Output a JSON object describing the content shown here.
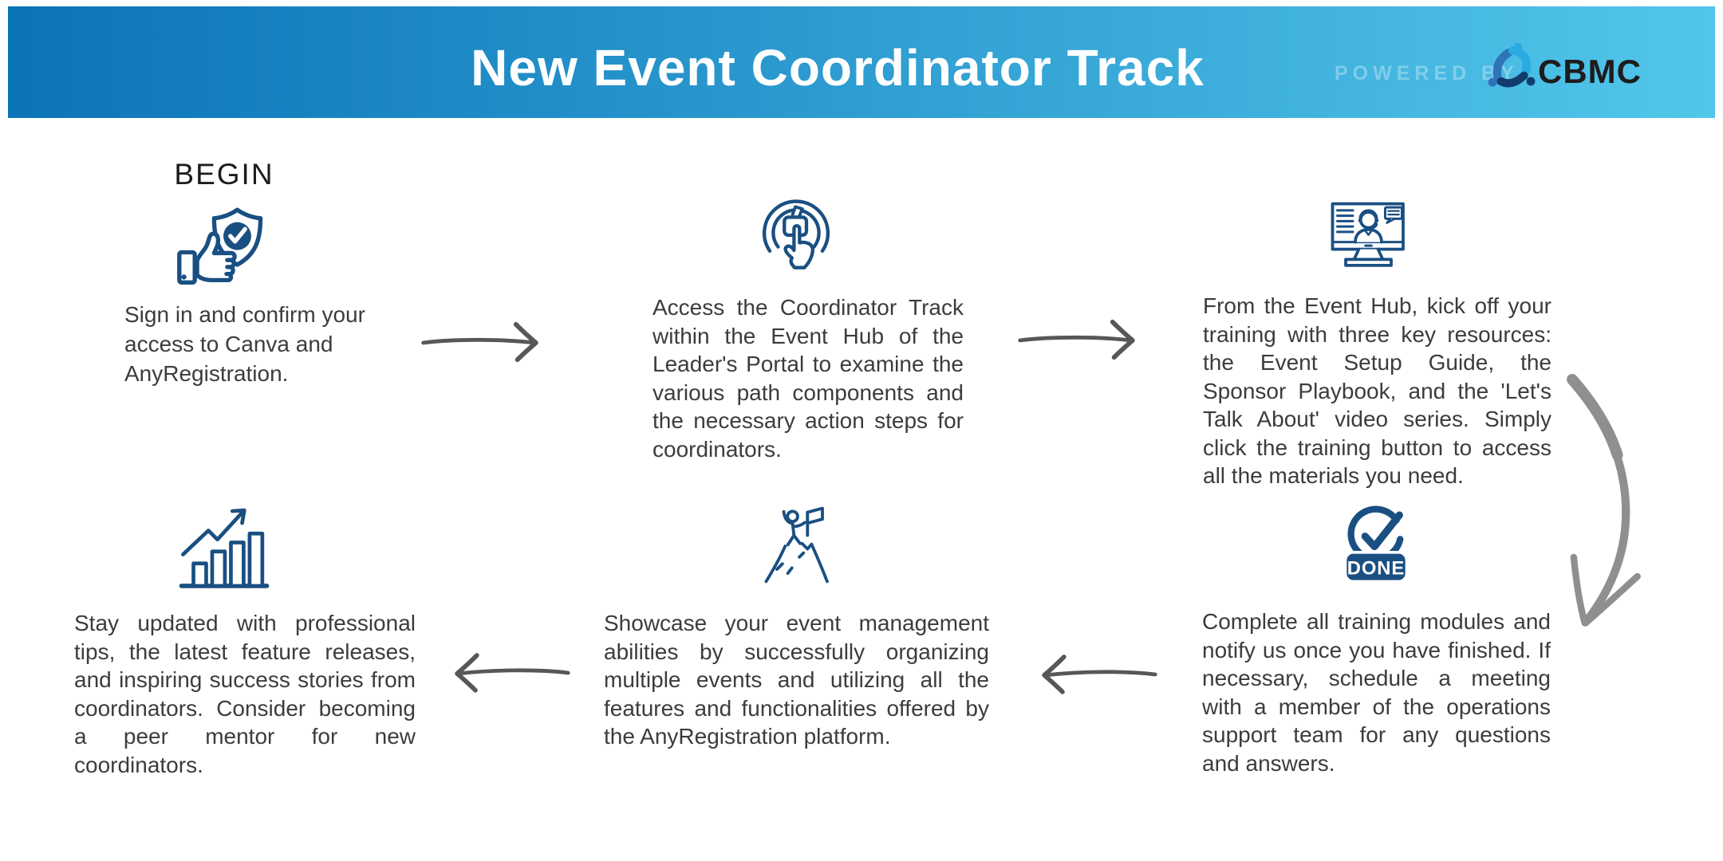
{
  "colors": {
    "header_left": "#0b74b8",
    "header_right": "#52c6ea",
    "icon_blue": "#1a4f82",
    "text_dark": "#3c3c3c",
    "arrow_gray": "#575757",
    "curved_arrow_gray": "#8f8f8f",
    "brand_dark": "#1e1c1d"
  },
  "header": {
    "title": "New Event Coordinator Track",
    "powered_by_label": "POWERED BY",
    "brand_name": "CBMC"
  },
  "flow": {
    "begin_label": "BEGIN",
    "steps": [
      {
        "name": "sign-in",
        "icon": "thumbs-up-shield-icon",
        "text": "Sign in and confirm your access to Canva and AnyRegistration."
      },
      {
        "name": "access-coordinator-track",
        "icon": "press-button-icon",
        "text": "Access the Coordinator Track within the Event Hub of the Leader's Portal to examine the various path components and the necessary action steps for coordinators."
      },
      {
        "name": "start-training",
        "icon": "online-training-icon",
        "text": "From the Event Hub, kick off your training with three key resources: the Event Setup Guide, the Sponsor Playbook, and the 'Let's Talk About' video series. Simply click the training button to access all the materials you need."
      },
      {
        "name": "complete-training",
        "icon": "done-badge-icon",
        "badge_label": "DONE",
        "text": "Complete all training modules and notify us once you have finished. If necessary, schedule a meeting with a member of the operations support team for any questions and answers."
      },
      {
        "name": "showcase-abilities",
        "icon": "mountain-flag-icon",
        "text": "Showcase your event management abilities by successfully organizing multiple events and utilizing all the features and functionalities offered by the AnyRegistration platform."
      },
      {
        "name": "stay-updated",
        "icon": "growth-chart-icon",
        "text": "Stay updated with professional tips, the latest feature releases, and inspiring success stories from coordinators. Consider becoming a peer mentor for new coordinators."
      }
    ]
  }
}
